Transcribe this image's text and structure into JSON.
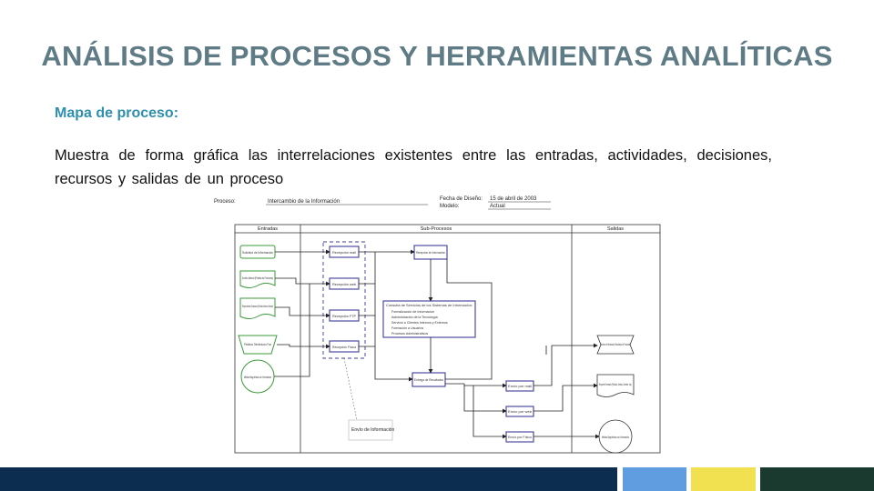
{
  "title": "ANÁLISIS DE PROCESOS Y HERRAMIENTAS ANALÍTICAS",
  "subtitle": "Mapa de proceso:",
  "description": "Muestra de forma gráfica las interrelaciones existentes entre las entradas, actividades, decisiones, recursos y salidas de un proceso",
  "diagram": {
    "header": {
      "process_label": "Proceso:",
      "process_value": "Intercambio de la Información",
      "date_label": "Fecha de Diseño:",
      "date_value": "15 de abril de 2003",
      "model_label": "Modelo:",
      "model_value": "Actual"
    },
    "lanes": {
      "inputs": "Entradas",
      "subprocesses": "Sub-Procesos",
      "outputs": "Salidas"
    },
    "inputs": [
      "Solicitud de Información",
      "Archivo Manual (Pedidos de Productos)",
      "Requerimiento Empresas (Pedidos Internos Ventas)",
      "Pedidos Telefónicos Fax",
      "Medios Magnéticos con Información"
    ],
    "subprocesses": [
      "Recepción mail",
      "Recepción web",
      "Recepción FTP",
      "Recepción Física",
      "Recepción de Información",
      "Entrega de Resultados",
      "Envío por mail",
      "Envío por web",
      "Envío por Físico"
    ],
    "services": {
      "title": "Consulta de Servicios de los Sistemas de Información:",
      "items": [
        "Formalización de Información",
        "Administración de la Tecnología",
        "Servicio a Clientes Internos y Externos",
        "Formación a Usuarios",
        "Procesos Administrativos"
      ]
    },
    "outputs": [
      "Archivo de Resultados, Resultados de Productos",
      "Reportes Formales (Pedidos, Ventas, Clientes, etc.)",
      "Medios Magnéticos con Información"
    ],
    "annotation": "Envío de Información"
  },
  "footer": {
    "colors": [
      "#0c2d4f",
      "#5f9de0",
      "#f1e04f",
      "#1a3a30"
    ]
  }
}
